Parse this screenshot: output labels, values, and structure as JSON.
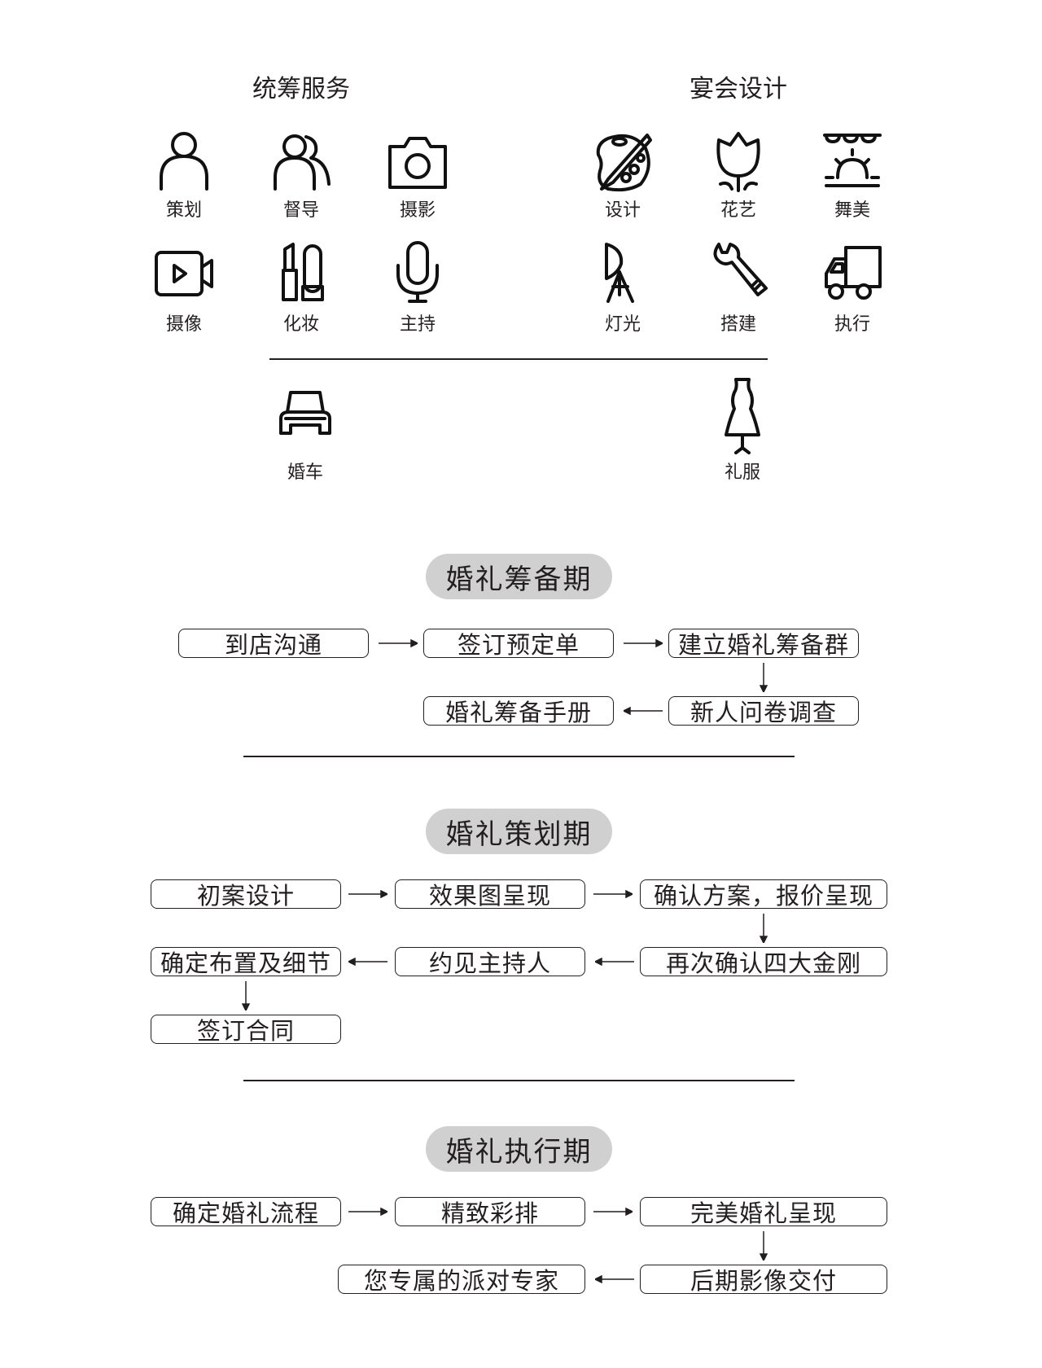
{
  "services": {
    "left_title": "统筹服务",
    "right_title": "宴会设计",
    "left_items": [
      "策划",
      "督导",
      "摄影",
      "摄像",
      "化妆",
      "主持"
    ],
    "right_items": [
      "设计",
      "花艺",
      "舞美",
      "灯光",
      "搭建",
      "执行"
    ],
    "bottom_items": [
      "婚车",
      "礼服"
    ]
  },
  "phases": [
    {
      "title": "婚礼筹备期",
      "steps": [
        "到店沟通",
        "签订预定单",
        "建立婚礼筹备群",
        "新人问卷调查",
        "婚礼筹备手册"
      ]
    },
    {
      "title": "婚礼策划期",
      "steps": [
        "初案设计",
        "效果图呈现",
        "确认方案，报价呈现",
        "再次确认四大金刚",
        "约见主持人",
        "确定布置及细节",
        "签订合同"
      ]
    },
    {
      "title": "婚礼执行期",
      "steps": [
        "确定婚礼流程",
        "精致彩排",
        "完美婚礼呈现",
        "后期影像交付",
        "您专属的派对专家"
      ]
    }
  ]
}
